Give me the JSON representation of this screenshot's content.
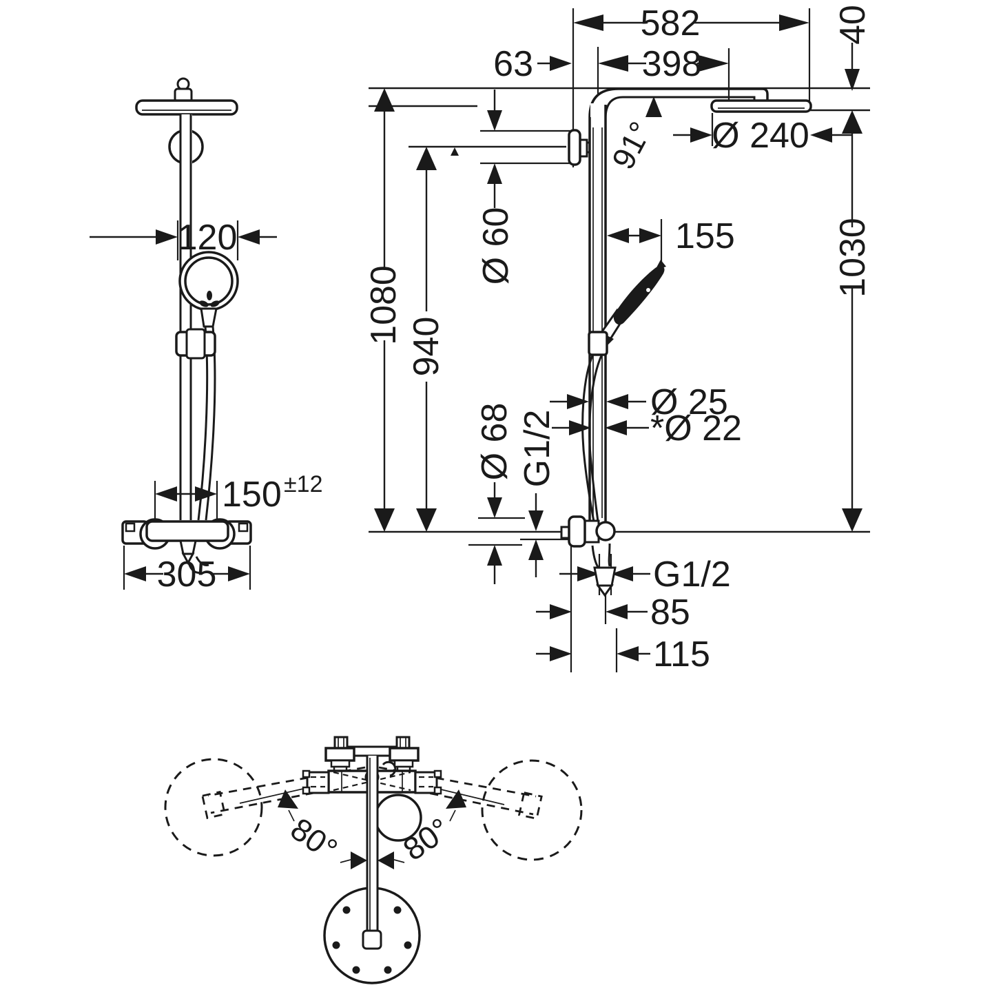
{
  "figure": {
    "background": "#ffffff",
    "line_color": "#1a1a1a",
    "kind": "shower-system-dimension-drawing"
  },
  "side_view": {
    "labels": {
      "proj_total": "582",
      "wall_offset": "63",
      "arm_projection": "398",
      "head_drop": "40",
      "head_diameter": "Ø 240",
      "arm_angle": "91°",
      "bracket_diameter": "Ø 60",
      "holder_projection": "155",
      "height_ceiling": "1080",
      "height_supply": "940",
      "height_head": "1030",
      "pipe_diameter": "Ø 25",
      "pipe_cut_diameter": "*Ø 22",
      "escutcheon_diameter": "Ø 68",
      "supply_thread": "G1/2",
      "outlet_thread": "G1/2",
      "outlet_offset": "85",
      "hose_offset": "115"
    }
  },
  "front_view": {
    "labels": {
      "hand_shower_diameter": "120",
      "supply_spacing_value": "150",
      "supply_spacing_tolerance": "±12",
      "valve_width": "305"
    }
  },
  "top_view": {
    "labels": {
      "swivel_angle_left": "80°",
      "swivel_angle_right": "80°"
    }
  }
}
